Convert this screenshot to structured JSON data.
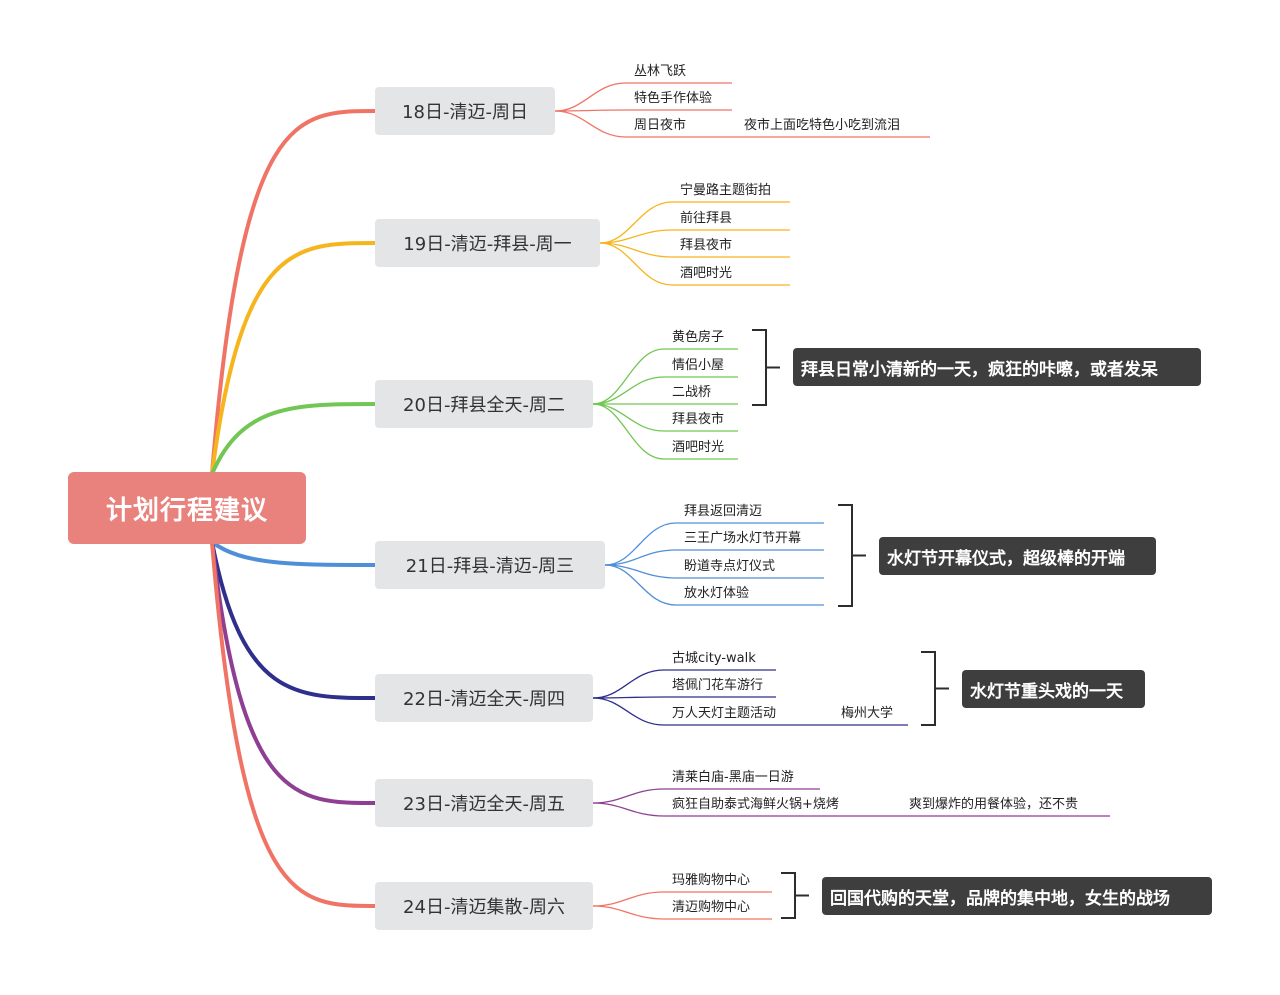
{
  "root": {
    "title": "计划行程建议",
    "color": "#e9817c"
  },
  "days": [
    {
      "label": "18日-清迈-周日",
      "color": "#f07466",
      "items": [
        {
          "text": "丛林飞跃"
        },
        {
          "text": "特色手作体验"
        },
        {
          "text": "周日夜市",
          "note": "夜市上面吃特色小吃到流泪"
        }
      ]
    },
    {
      "label": "19日-清迈-拜县-周一",
      "color": "#f6b51c",
      "items": [
        {
          "text": "宁曼路主题街拍"
        },
        {
          "text": "前往拜县"
        },
        {
          "text": "拜县夜市"
        },
        {
          "text": "酒吧时光"
        }
      ]
    },
    {
      "label": "20日-拜县全天-周二",
      "color": "#72c653",
      "items": [
        {
          "text": "黄色房子"
        },
        {
          "text": "情侣小屋"
        },
        {
          "text": "二战桥"
        },
        {
          "text": "拜县夜市"
        },
        {
          "text": "酒吧时光"
        }
      ],
      "summary": "拜县日常小清新的一天，疯狂的咔嚓，或者发呆"
    },
    {
      "label": "21日-拜县-清迈-周三",
      "color": "#4f8fd8",
      "items": [
        {
          "text": "拜县返回清迈"
        },
        {
          "text": "三王广场水灯节开幕"
        },
        {
          "text": "盼道寺点灯仪式"
        },
        {
          "text": "放水灯体验"
        }
      ],
      "summary": "水灯节开幕仪式，超级棒的开端"
    },
    {
      "label": "22日-清迈全天-周四",
      "color": "#2f2f8c",
      "items": [
        {
          "text": "古城city-walk"
        },
        {
          "text": "塔佩门花车游行"
        },
        {
          "text": "万人天灯主题活动",
          "note": "梅州大学"
        }
      ],
      "summary": "水灯节重头戏的一天"
    },
    {
      "label": "23日-清迈全天-周五",
      "color": "#8e3f93",
      "items": [
        {
          "text": "清莱白庙-黑庙一日游"
        },
        {
          "text": "疯狂自助泰式海鲜火锅+烧烤",
          "note": "爽到爆炸的用餐体验，还不贵"
        }
      ]
    },
    {
      "label": "24日-清迈集散-周六",
      "color": "#f07466",
      "items": [
        {
          "text": "玛雅购物中心"
        },
        {
          "text": "清迈购物中心"
        }
      ],
      "summary": "回国代购的天堂，品牌的集中地，女生的战场"
    }
  ]
}
